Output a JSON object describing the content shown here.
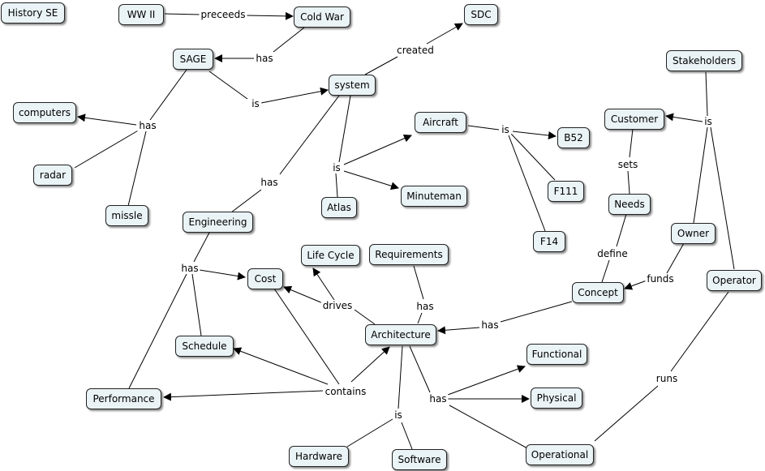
{
  "nodes": {
    "history_se": "History SE",
    "ww2": "WW II",
    "cold_war": "Cold War",
    "sdc": "SDC",
    "sage": "SAGE",
    "system": "system",
    "computers": "computers",
    "radar": "radar",
    "missle": "missle",
    "aircraft": "Aircraft",
    "b52": "B52",
    "f111": "F111",
    "f14": "F14",
    "atlas": "Atlas",
    "minuteman": "Minuteman",
    "engineering": "Engineering",
    "cost": "Cost",
    "life_cycle": "Life Cycle",
    "requirements": "Requirements",
    "schedule": "Schedule",
    "performance": "Performance",
    "architecture": "Architecture",
    "functional": "Functional",
    "physical": "Physical",
    "operational": "Operational",
    "hardware": "Hardware",
    "software": "Software",
    "stakeholders": "Stakeholders",
    "customer": "Customer",
    "needs": "Needs",
    "owner": "Owner",
    "operator": "Operator",
    "concept": "Concept"
  },
  "links": {
    "preceeds": "preceeds",
    "sage_has": "has",
    "created": "created",
    "sage_is": "is",
    "sage_has_parts": "has",
    "system_has": "has",
    "system_is": "is",
    "aircraft_is": "is",
    "stakeholders_is": "is",
    "sets": "sets",
    "define": "define",
    "funds": "funds",
    "eng_has": "has",
    "drives": "drives",
    "req_has": "has",
    "concept_has": "has",
    "contains": "contains",
    "arch_has": "has",
    "arch_is": "is",
    "runs": "runs"
  }
}
